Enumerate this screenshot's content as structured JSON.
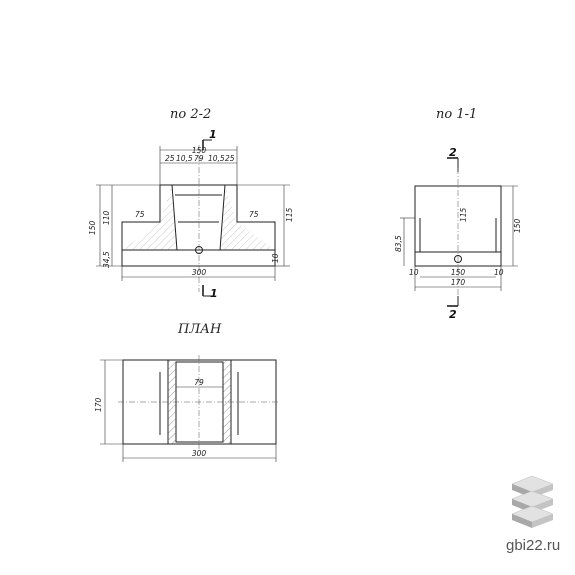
{
  "titles": {
    "section_22": "по 2-2",
    "section_11": "по 1-1",
    "plan": "ПЛАН"
  },
  "section_22": {
    "top_width": "150",
    "top_parts": [
      "25",
      "10,5",
      "79",
      "10,5",
      "25"
    ],
    "height_total": "150",
    "height_upper": "110",
    "height_base": "34,5",
    "height_right": "115",
    "height_right_base": "10",
    "flange_left": "75",
    "flange_right": "75",
    "base_width": "300",
    "cut_top": "1",
    "cut_bottom": "1"
  },
  "section_11": {
    "height_total": "150",
    "height_inner": "115",
    "height_left": "83,5",
    "inner_width": "150",
    "outer_width": "170",
    "side_left": "10",
    "side_right": "10",
    "cut_top": "2",
    "cut_bottom": "2"
  },
  "plan": {
    "height": "170",
    "inner": "79",
    "width": "300"
  },
  "watermark": "gbi22.ru",
  "colors": {
    "line": "#222222",
    "watermark": "#555555",
    "logo_top": "#d9d9d9",
    "logo_side": "#9a9a9a"
  }
}
